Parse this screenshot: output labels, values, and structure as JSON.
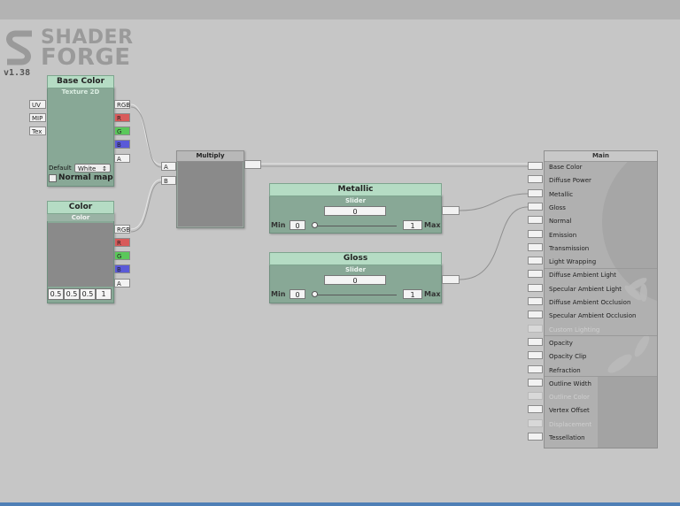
{
  "app": {
    "logo_line1": "SHADER",
    "logo_line2": "FORGE",
    "version": "v1.38"
  },
  "colors": {
    "node_title_bg": "#b5dcc4",
    "node_body": "#88a896",
    "port_red": "#d85a5a",
    "port_green": "#5ac85a",
    "port_blue": "#5a5ad8",
    "canvas": "#c6c6c6"
  },
  "base_color_node": {
    "title": "Base Color",
    "subtitle": "Texture 2D",
    "inputs": [
      "UV",
      "MIP",
      "Tex"
    ],
    "outputs": [
      "RGB",
      "R",
      "G",
      "B",
      "A"
    ],
    "default_label": "Default",
    "default_value": "White",
    "normal_map_label": "Normal map"
  },
  "color_node": {
    "title": "Color",
    "subtitle": "Color",
    "outputs": [
      "RGB",
      "R",
      "G",
      "B",
      "A"
    ],
    "values": [
      "0.5",
      "0.5",
      "0.5",
      "1"
    ]
  },
  "multiply_node": {
    "title": "Multiply",
    "inputs": [
      "A",
      "B"
    ]
  },
  "metallic_node": {
    "title": "Metallic",
    "subtitle": "Slider",
    "value": "0",
    "min_label": "Min",
    "min_value": "0",
    "max_label": "Max",
    "max_value": "1",
    "slider_fraction": 0
  },
  "gloss_node": {
    "title": "Gloss",
    "subtitle": "Slider",
    "value": "0",
    "min_label": "Min",
    "min_value": "0",
    "max_label": "Max",
    "max_value": "1",
    "slider_fraction": 0
  },
  "main_node": {
    "title": "Main",
    "inputs": [
      {
        "label": "Base Color",
        "enabled": true
      },
      {
        "label": "Diffuse Power",
        "enabled": true
      },
      {
        "label": "Metallic",
        "enabled": true
      },
      {
        "label": "Gloss",
        "enabled": true
      },
      {
        "label": "Normal",
        "enabled": true
      },
      {
        "label": "Emission",
        "enabled": true
      },
      {
        "label": "Transmission",
        "enabled": true
      },
      {
        "label": "Light Wrapping",
        "enabled": true
      },
      {
        "label": "Diffuse Ambient Light",
        "enabled": true
      },
      {
        "label": "Specular Ambient Light",
        "enabled": true
      },
      {
        "label": "Diffuse Ambient Occlusion",
        "enabled": true
      },
      {
        "label": "Specular Ambient Occlusion",
        "enabled": true
      },
      {
        "label": "Custom Lighting",
        "enabled": false
      },
      {
        "label": "Opacity",
        "enabled": true
      },
      {
        "label": "Opacity Clip",
        "enabled": true
      },
      {
        "label": "Refraction",
        "enabled": true
      },
      {
        "label": "Outline Width",
        "enabled": true
      },
      {
        "label": "Outline Color",
        "enabled": false
      },
      {
        "label": "Vertex Offset",
        "enabled": true
      },
      {
        "label": "Displacement",
        "enabled": false
      },
      {
        "label": "Tessellation",
        "enabled": true
      }
    ]
  }
}
